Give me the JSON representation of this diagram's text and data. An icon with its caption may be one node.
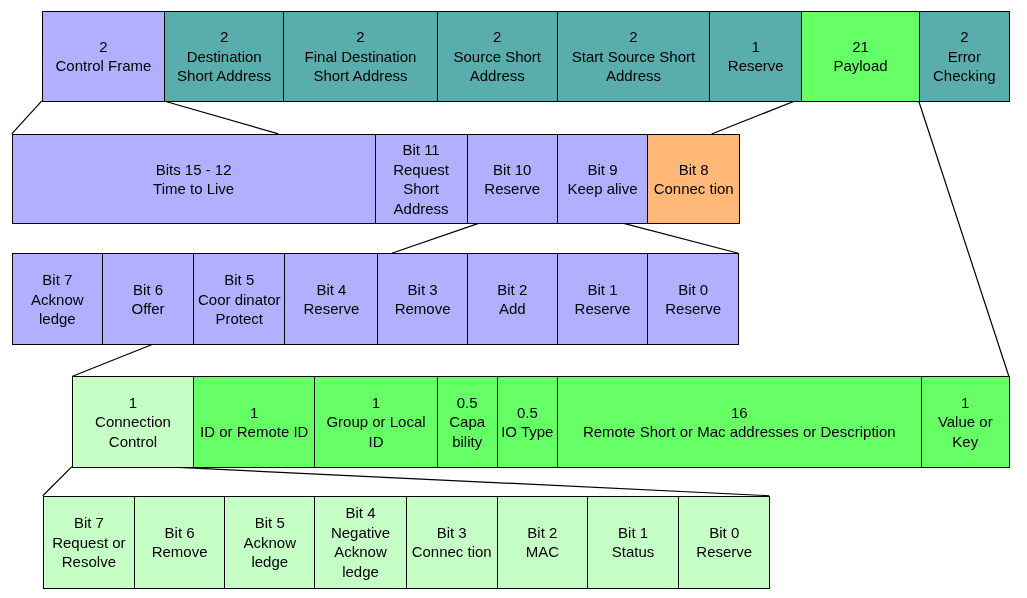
{
  "diagram": {
    "nodes": [
      {
        "text": [
          "2",
          "Control Frame"
        ]
      },
      {
        "text": [
          "2",
          "Destination Short Address"
        ]
      },
      {
        "text": [
          "2",
          "Final Destination Short Address"
        ]
      },
      {
        "text": [
          "2",
          "Source Short Address"
        ]
      },
      {
        "text": [
          "2",
          "Start Source Short Address"
        ]
      },
      {
        "text": [
          "1",
          "Reserve"
        ]
      },
      {
        "text": [
          "21",
          "Payload"
        ]
      },
      {
        "text": [
          "2",
          "Error Checking"
        ]
      },
      {
        "text": [
          "Bits 15 - 12",
          "Time to Live"
        ]
      },
      {
        "text": [
          "Bit 11",
          "Request Short Address"
        ]
      },
      {
        "text": [
          "Bit 10",
          "Reserve"
        ]
      },
      {
        "text": [
          "Bit 9",
          "Keep alive"
        ]
      },
      {
        "text": [
          "Bit 8",
          "Connec tion"
        ]
      },
      {
        "text": [
          "Bit 7",
          "Acknow ledge"
        ]
      },
      {
        "text": [
          "Bit 6",
          "Offer"
        ]
      },
      {
        "text": [
          "Bit 5",
          "Coor dinator Protect"
        ]
      },
      {
        "text": [
          "Bit 4",
          "Reserve"
        ]
      },
      {
        "text": [
          "Bit 3",
          "Remove"
        ]
      },
      {
        "text": [
          "Bit 2",
          "Add"
        ]
      },
      {
        "text": [
          "Bit 1",
          "Reserve"
        ]
      },
      {
        "text": [
          "Bit 0",
          "Reserve"
        ]
      },
      {
        "text": [
          "1",
          "Connection Control"
        ]
      },
      {
        "text": [
          "1",
          "ID or Remote ID"
        ]
      },
      {
        "text": [
          "1",
          "Group or Local ID"
        ]
      },
      {
        "text": [
          "0.5",
          "Capa bility"
        ]
      },
      {
        "text": [
          "0.5",
          "IO Type"
        ]
      },
      {
        "text": [
          "16",
          "Remote Short or Mac addresses or Description"
        ]
      },
      {
        "text": [
          "1",
          "Value or Key"
        ]
      },
      {
        "text": [
          "Bit 7",
          "Request or Resolve"
        ]
      },
      {
        "text": [
          "Bit 6",
          "Remove"
        ]
      },
      {
        "text": [
          "Bit 5",
          "Acknow ledge"
        ]
      },
      {
        "text": [
          "Bit 4",
          "Negative Acknow ledge"
        ]
      },
      {
        "text": [
          "Bit 3",
          "Connec tion"
        ]
      },
      {
        "text": [
          "Bit 2",
          "MAC"
        ]
      },
      {
        "text": [
          "Bit 1",
          "Status"
        ]
      },
      {
        "text": [
          "Bit 0",
          "Reserve"
        ]
      }
    ],
    "edges": [
      {
        "from": 0,
        "to": 8,
        "arrow": "none"
      },
      {
        "from": 0,
        "to": 8,
        "arrow": "none"
      },
      {
        "from": 5,
        "to": 12,
        "arrow": "none"
      },
      {
        "from": 10,
        "to": 17,
        "arrow": "none"
      },
      {
        "from": 11,
        "to": 20,
        "arrow": "none"
      },
      {
        "from": 14,
        "to": 21,
        "arrow": "none"
      },
      {
        "from": 6,
        "to": 27,
        "arrow": "none"
      },
      {
        "from": 21,
        "to": 28,
        "arrow": "none"
      },
      {
        "from": 21,
        "to": 35,
        "arrow": "none"
      }
    ]
  }
}
